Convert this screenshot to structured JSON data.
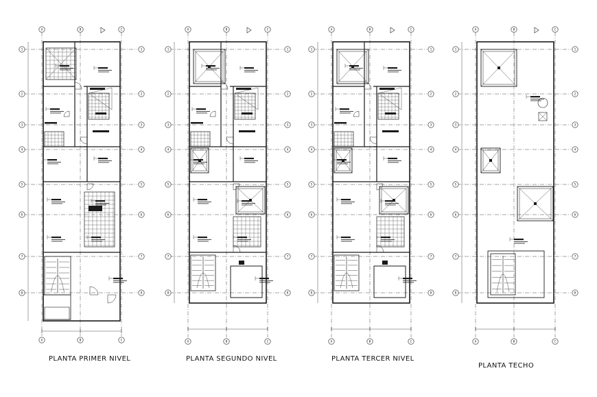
{
  "plans": [
    {
      "id": "primer",
      "title": "PLANTA PRIMER NIVEL",
      "top_axes": [
        "A",
        "B",
        "C"
      ],
      "row_axes": [
        "1",
        "2",
        "3",
        "4",
        "5",
        "6",
        "7",
        "8"
      ],
      "kind": "ground"
    },
    {
      "id": "segundo",
      "title": "PLANTA SEGUNDO NIVEL",
      "top_axes": [
        "A",
        "B",
        "C"
      ],
      "row_axes": [
        "1",
        "2",
        "3",
        "4",
        "5",
        "6",
        "7",
        "8"
      ],
      "kind": "upper"
    },
    {
      "id": "tercer",
      "title": "PLANTA TERCER NIVEL",
      "top_axes": [
        "A",
        "B",
        "C"
      ],
      "row_axes": [
        "1",
        "2",
        "3",
        "4",
        "5",
        "6",
        "7",
        "8"
      ],
      "kind": "upper"
    },
    {
      "id": "techo",
      "title": "PLANTA TECHO",
      "top_axes": [
        "A",
        "B",
        "C"
      ],
      "row_axes": [
        "1",
        "2",
        "3",
        "4",
        "5",
        "6",
        "7",
        "8"
      ],
      "kind": "roof"
    }
  ],
  "colors": {
    "line": "#1a1a1a",
    "fill": "#222222",
    "background": "#ffffff"
  }
}
